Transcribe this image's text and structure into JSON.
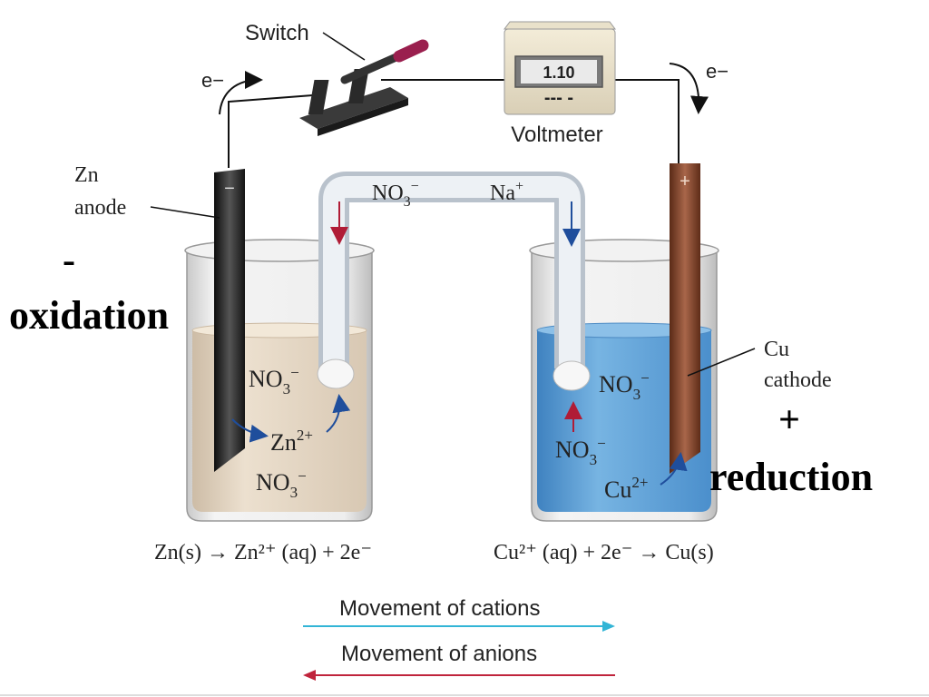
{
  "switch_label": "Switch",
  "voltmeter": {
    "label": "Voltmeter",
    "reading": "1.10",
    "display_marks": "--- -"
  },
  "electron_left": "e−",
  "electron_right": "e−",
  "zn_anode": {
    "line1": "Zn",
    "line2": "anode",
    "sign": "−"
  },
  "cu_cathode": {
    "line1": "Cu",
    "line2": "cathode",
    "sign": "+"
  },
  "anode_overlay": {
    "sign": "-",
    "word": "oxidation"
  },
  "cathode_overlay": {
    "sign": "+",
    "word": "reduction"
  },
  "salt_bridge": {
    "anion": "NO",
    "anion_sub": "3",
    "anion_sup": "−",
    "cation": "Na",
    "cation_sup": "+"
  },
  "left_beaker_ions": {
    "top": {
      "base": "NO",
      "sub": "3",
      "sup": "−"
    },
    "middle": {
      "base": "Zn",
      "sup": "2+"
    },
    "bottom": {
      "base": "NO",
      "sub": "3",
      "sup": "−"
    }
  },
  "right_beaker_ions": {
    "top": {
      "base": "NO",
      "sub": "3",
      "sup": "−"
    },
    "middle": {
      "base": "NO",
      "sub": "3",
      "sup": "−"
    },
    "bottom": {
      "base": "Cu",
      "sup": "2+"
    }
  },
  "equations": {
    "left": "Zn(s) → Zn²⁺ (aq) + 2e⁻",
    "right": "Cu²⁺ (aq) + 2e⁻ → Cu(s)"
  },
  "legend": {
    "cations": "Movement of cations",
    "anions": "Movement of anions",
    "cation_color": "#33b5d6",
    "anion_color": "#c0243c"
  },
  "colors": {
    "zn_electrode": "#1e1e1e",
    "cu_electrode": "#7a3e24",
    "zn_solution": "#e6d8c4",
    "cu_solution": "#5b9fd4"
  }
}
